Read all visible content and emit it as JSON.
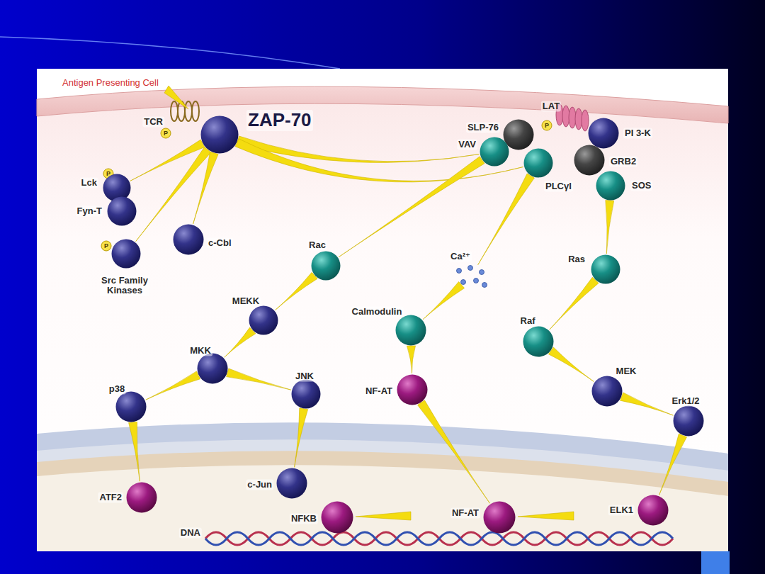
{
  "diagram": {
    "nodes": [
      {
        "text": [
          "ZAP-70"
        ]
      },
      {
        "text": [
          "Lck"
        ]
      },
      {
        "text": [
          "Fyn-T"
        ]
      },
      {
        "text": [
          "Src Family Kinases"
        ]
      },
      {
        "text": [
          "c-Cbl"
        ]
      },
      {
        "text": [
          "SLP-76"
        ]
      },
      {
        "text": [
          "VAV"
        ]
      },
      {
        "text": [
          "PI 3-K"
        ]
      },
      {
        "text": [
          "GRB2"
        ]
      },
      {
        "text": [
          "PLCγI"
        ]
      },
      {
        "text": [
          "SOS"
        ]
      },
      {
        "text": [
          "Rac"
        ]
      },
      {
        "text": [
          "Ca²⁺"
        ]
      },
      {
        "text": [
          "Ras"
        ]
      },
      {
        "text": [
          "MEKK"
        ]
      },
      {
        "text": [
          "Calmodulin"
        ]
      },
      {
        "text": [
          "Raf"
        ]
      },
      {
        "text": [
          "MKK"
        ]
      },
      {
        "text": [
          "JNK"
        ]
      },
      {
        "text": [
          "NF-AT"
        ]
      },
      {
        "text": [
          "MEK"
        ]
      },
      {
        "text": [
          "p38"
        ]
      },
      {
        "text": [
          "Erk1/2"
        ]
      },
      {
        "text": [
          "c-Jun"
        ]
      },
      {
        "text": [
          "ATF2"
        ]
      },
      {
        "text": [
          "ELK1"
        ]
      },
      {
        "text": [
          "NFKB"
        ]
      },
      {
        "text": [
          "NF-AT"
        ]
      }
    ],
    "edges": [
      {
        "from": 0,
        "to": 1,
        "arrow": "to"
      },
      {
        "from": 0,
        "to": 3,
        "arrow": "to"
      },
      {
        "from": 0,
        "to": 4,
        "arrow": "to"
      },
      {
        "from": 0,
        "to": 6,
        "arrow": "to"
      },
      {
        "from": 0,
        "to": 9,
        "arrow": "to"
      },
      {
        "from": 6,
        "to": 11,
        "arrow": "to"
      },
      {
        "from": 9,
        "to": 12,
        "arrow": "to"
      },
      {
        "from": 12,
        "to": 15,
        "arrow": "to"
      },
      {
        "from": 10,
        "to": 13,
        "arrow": "to"
      },
      {
        "from": 13,
        "to": 16,
        "arrow": "to"
      },
      {
        "from": 16,
        "to": 20,
        "arrow": "to"
      },
      {
        "from": 20,
        "to": 22,
        "arrow": "to"
      },
      {
        "from": 22,
        "to": 25,
        "arrow": "to"
      },
      {
        "from": 11,
        "to": 14,
        "arrow": "to"
      },
      {
        "from": 14,
        "to": 17,
        "arrow": "to"
      },
      {
        "from": 17,
        "to": 21,
        "arrow": "to"
      },
      {
        "from": 17,
        "to": 18,
        "arrow": "to"
      },
      {
        "from": 21,
        "to": 24,
        "arrow": "to"
      },
      {
        "from": 18,
        "to": 23,
        "arrow": "to"
      },
      {
        "from": 15,
        "to": 19,
        "arrow": "to"
      },
      {
        "from": 19,
        "to": 27,
        "arrow": "to"
      }
    ],
    "labels": [
      "Antigen Presenting Cell",
      "TCR",
      "P",
      "LAT",
      "P",
      "P",
      "P",
      "DNA"
    ]
  }
}
